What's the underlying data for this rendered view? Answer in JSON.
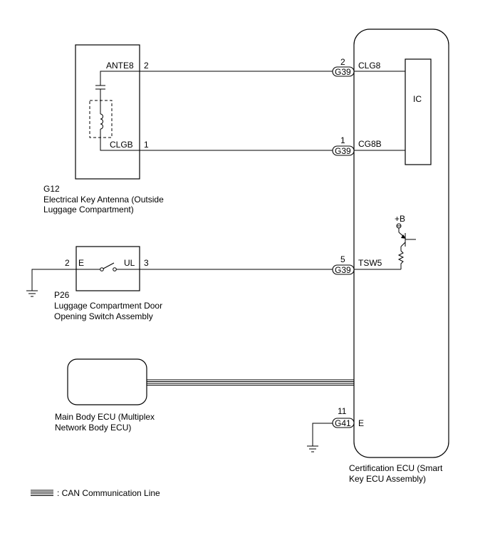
{
  "antenna": {
    "code": "G12",
    "name_line1": "Electrical Key Antenna (Outside",
    "name_line2": "Luggage Compartment)",
    "pin_top_name": "ANTE8",
    "pin_top_num": "2",
    "pin_bottom_name": "CLGB",
    "pin_bottom_num": "1"
  },
  "switch": {
    "code": "P26",
    "name_line1": "Luggage Compartment Door",
    "name_line2": "Opening Switch Assembly",
    "pin_left_num": "2",
    "pin_left_name": "E",
    "pin_right_name": "UL",
    "pin_right_num": "3"
  },
  "body_ecu": {
    "name_line1": "Main Body ECU (Multiplex",
    "name_line2": "Network Body ECU)"
  },
  "cert_ecu": {
    "name_line1": "Certification ECU (Smart",
    "name_line2": "Key ECU Assembly)",
    "ic_label": "IC",
    "supply_label": "+B",
    "pins": [
      {
        "num": "2",
        "connector": "G39",
        "name": "CLG8"
      },
      {
        "num": "1",
        "connector": "G39",
        "name": "CG8B"
      },
      {
        "num": "5",
        "connector": "G39",
        "name": "TSW5"
      },
      {
        "num": "11",
        "connector": "G41",
        "name": "E"
      }
    ]
  },
  "legend": {
    "label": ": CAN Communication Line"
  }
}
